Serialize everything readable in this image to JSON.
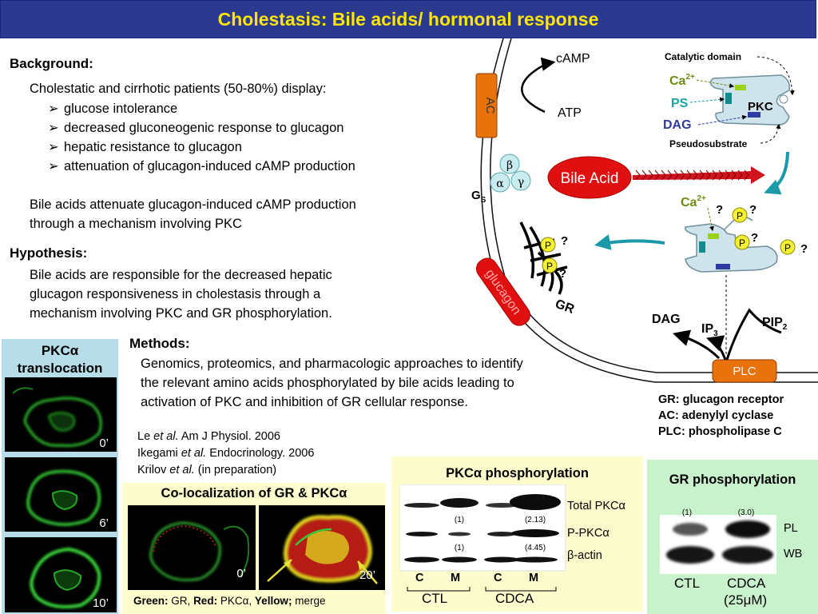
{
  "title": "Cholestasis: Bile acids/ hormonal response",
  "background": {
    "heading": "Background:",
    "intro": "Cholestatic and cirrhotic patients (50-80%) display:",
    "bullets": [
      "glucose intolerance",
      "decreased gluconeogenic response to glucagon",
      "hepatic resistance to glucagon",
      "attenuation of glucagon-induced cAMP production"
    ],
    "finding_line1": "Bile acids attenuate glucagon-induced cAMP production",
    "finding_line2": "through a mechanism involving PKC"
  },
  "hypothesis": {
    "heading": "Hypothesis:",
    "line1": "Bile acids are responsible for the decreased hepatic",
    "line2": "glucagon responsiveness in cholestasis through a",
    "line3": "mechanism involving PKC and GR phosphorylation."
  },
  "methods": {
    "heading": "Methods:",
    "line1": "Genomics, proteomics, and pharmacologic approaches to identify",
    "line2": "the relevant amino acids phosphorylated by bile acids leading to",
    "line3": "activation of PKC and inhibition of GR cellular response."
  },
  "references": [
    {
      "author": "Le",
      "etal": "et al.",
      "journal": "Am J Physiol. 2006"
    },
    {
      "author": "Ikegami",
      "etal": "et al.",
      "journal": "Endocrinology. 2006"
    },
    {
      "author": "Krilov",
      "etal": "et al.",
      "journal": "(in preparation)"
    }
  ],
  "translocation": {
    "title_line1": "PKCα",
    "title_line2": "translocation",
    "times": [
      "0’",
      "6’",
      "10’"
    ]
  },
  "colocalization": {
    "title": "Co-localization of GR & PKCα",
    "times": [
      "0’",
      "20’"
    ],
    "legend_green_label": "Green:",
    "legend_green_value": "GR,",
    "legend_red_label": "Red:",
    "legend_red_value": "PKCα,",
    "legend_yellow_label": "Yellow;",
    "legend_yellow_value": "merge"
  },
  "pkc_phos": {
    "title": "PKCα phosphorylation",
    "rows": [
      "Total PKCα",
      "P-PKCα",
      "β-actin"
    ],
    "values_row1": [
      "(1)",
      "(2.13)"
    ],
    "values_row2": [
      "(1)",
      "(4.45)"
    ],
    "lanes": [
      "C",
      "M",
      "C",
      "M"
    ],
    "groups": [
      "CTL",
      "CDCA"
    ]
  },
  "gr_phos": {
    "title": "GR phosphorylation",
    "values": [
      "(1)",
      "(3.0)"
    ],
    "rows": [
      "PL",
      "WB"
    ],
    "groups": [
      "CTL",
      "CDCA"
    ],
    "dose": "(25μM)"
  },
  "diagram": {
    "camp": "cAMP",
    "atp": "ATP",
    "ac": "AC",
    "gs": "G",
    "gs_sub": "S",
    "beta": "β",
    "alpha": "α",
    "gamma": "γ",
    "bile_acid": "Bile Acid",
    "glucagon": "glucagon",
    "gr": "GR",
    "catalytic_domain": "Catalytic domain",
    "pseudosubstrate": "Pseudosubstrate",
    "ca": "Ca",
    "ca_sup": "2+",
    "ps": "PS",
    "dag": "DAG",
    "pkc": "PKC",
    "p": "P",
    "q": "?",
    "dag2": "DAG",
    "ip3": "IP",
    "ip3_sub": "3",
    "pip2": "PIP",
    "pip2_sub": "2",
    "plc": "PLC"
  },
  "abbreviations": [
    "GR: glucagon receptor",
    "AC: adenylyl cyclase",
    "PLC: phospholipase C"
  ],
  "colors": {
    "title_bg": "#2b3a8f",
    "title_text": "#ffe600",
    "ac_orange": "#e8720c",
    "bile_red": "#e01010",
    "pkc_blue": "#cfe3ec",
    "teal_arrow": "#1a9aa8",
    "panel_blue": "#b6dde8",
    "panel_yellow": "#fdfccc",
    "panel_green": "#c8f2cc",
    "p_yellow": "#f5f032"
  }
}
